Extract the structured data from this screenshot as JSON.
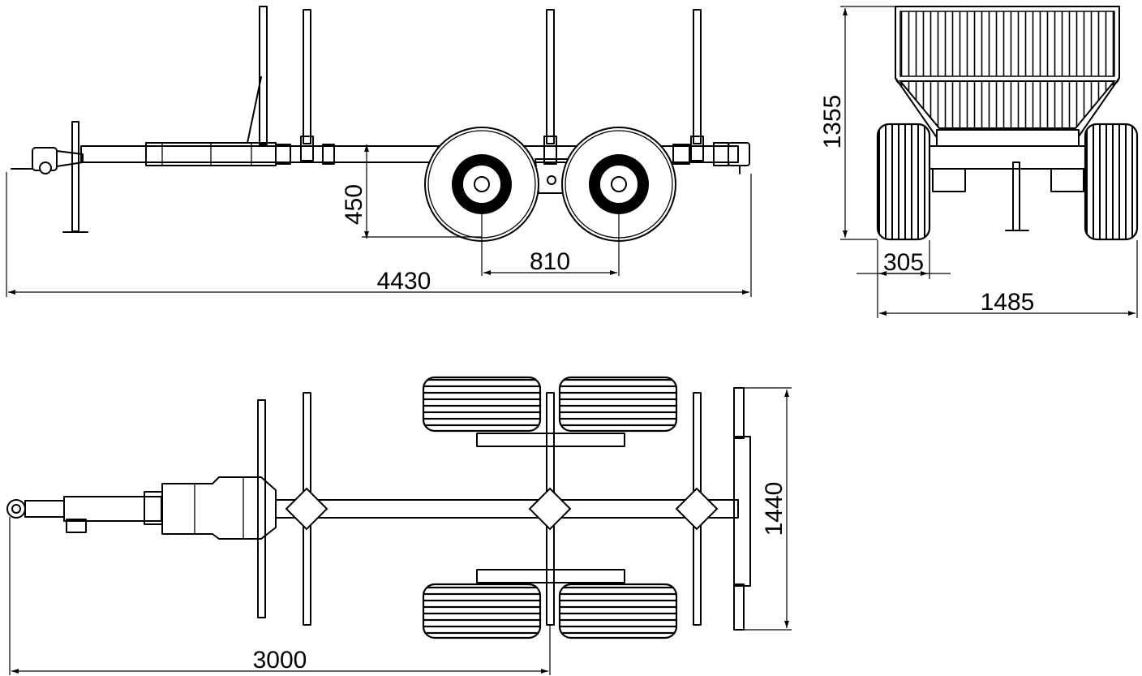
{
  "drawing": {
    "side_view": {
      "dimensions": {
        "overall_length": "4430",
        "axle_spacing": "810",
        "ground_clearance": "450"
      }
    },
    "rear_view": {
      "dimensions": {
        "height": "1355",
        "width": "1485",
        "wheel_width": "305"
      }
    },
    "top_view": {
      "dimensions": {
        "length": "3000",
        "width": "1440"
      }
    }
  }
}
